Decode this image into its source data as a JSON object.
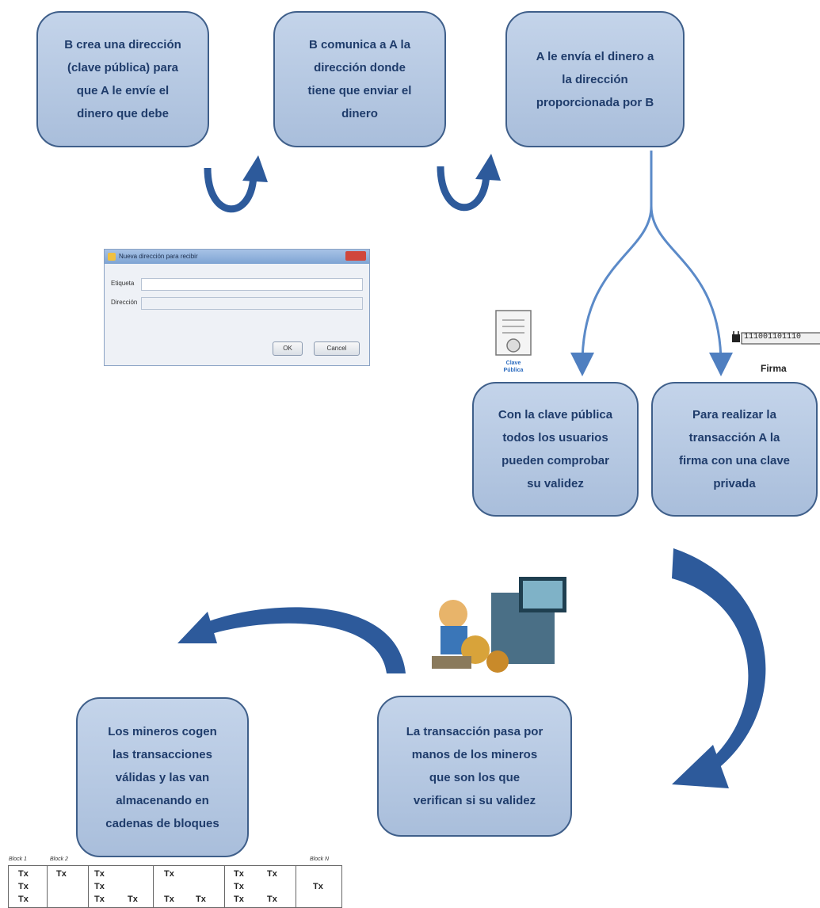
{
  "diagram": {
    "boxes": [
      {
        "id": "box-b-crea",
        "lines": [
          "B crea una dirección",
          "(clave pública) para",
          "que A le envíe el",
          "dinero que debe"
        ]
      },
      {
        "id": "box-b-comunica",
        "lines": [
          "B comunica a A la",
          "dirección donde",
          "tiene que enviar el",
          "dinero"
        ]
      },
      {
        "id": "box-a-envia",
        "lines": [
          "A le envía el dinero a",
          "la dirección",
          "proporcionada por B"
        ]
      },
      {
        "id": "box-clave-publica",
        "lines": [
          "Con la clave pública",
          "todos los usuarios",
          "pueden comprobar",
          "su validez"
        ]
      },
      {
        "id": "box-clave-privada",
        "lines": [
          "Para realizar la",
          "transacción A  la",
          "firma con una clave",
          "privada"
        ]
      },
      {
        "id": "box-mineros-pasa",
        "lines": [
          "La transacción pasa por",
          "manos de los mineros",
          "que son los que",
          "verifican si su validez"
        ]
      },
      {
        "id": "box-mineros-cogen",
        "lines": [
          "Los mineros cogen",
          "las transacciones",
          "válidas y las van",
          "almacenando en",
          "cadenas de bloques"
        ]
      }
    ],
    "certificate_label": [
      "Clave",
      "Pública"
    ],
    "signature_value": "111001101110",
    "signature_label": "Firma",
    "dialog": {
      "title": "Nueva dirección para recibir",
      "label_field_1": "Etiqueta",
      "label_field_2": "Dirección",
      "ok_label": "OK",
      "cancel_label": "Cancel"
    },
    "blockchain": {
      "block_labels": [
        "Block 1",
        "Block 2",
        "Block N"
      ],
      "chip_text": "Tx"
    }
  }
}
